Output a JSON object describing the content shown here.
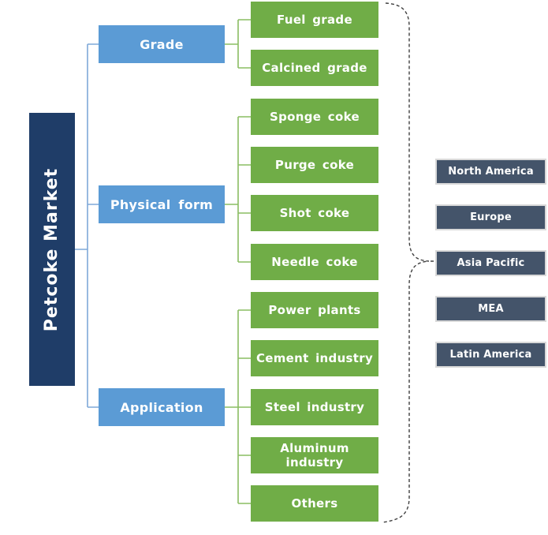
{
  "title": "Petcoke Market",
  "colors": {
    "root-fill": "#1F3D68",
    "category-fill": "#5B9BD5",
    "segment-fill": "#70AD47",
    "region-fill": "#44546A",
    "blue-line": "#7FA8D9",
    "green-line": "#8ABD62",
    "brace-line": "#404040",
    "box-text": "#FFFFFF",
    "region-border": "#D9D9D9"
  },
  "categories": [
    {
      "label": "Grade",
      "children": [
        "Fuel grade",
        "Calcined grade"
      ]
    },
    {
      "label": "Physical form",
      "children": [
        "Sponge coke",
        "Purge coke",
        "Shot coke",
        "Needle coke"
      ]
    },
    {
      "label": "Application",
      "children": [
        "Power plants",
        "Cement industry",
        "Steel industry",
        "Aluminum industry",
        "Others"
      ]
    }
  ],
  "regions": [
    "North America",
    "Europe",
    "Asia Pacific",
    "MEA",
    "Latin America"
  ]
}
